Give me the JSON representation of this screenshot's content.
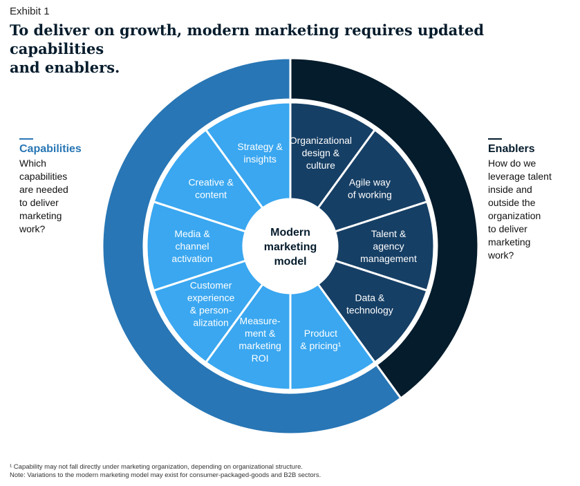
{
  "header": {
    "exhibit": "Exhibit 1",
    "title_line1": "To deliver on growth, modern marketing requires updated capabilities",
    "title_line2": "and enablers."
  },
  "capabilities": {
    "heading": "Capabilities",
    "body": [
      "Which",
      "capabilities",
      "are needed",
      "to deliver",
      "marketing",
      "work?"
    ]
  },
  "enablers": {
    "heading": "Enablers",
    "body": [
      "How do we",
      "leverage talent",
      "inside and",
      "outside the",
      "organization",
      "to deliver",
      "marketing",
      "work?"
    ]
  },
  "center": [
    "Modern",
    "marketing",
    "model"
  ],
  "segments": [
    {
      "lines": [
        "Organizational",
        "design &",
        "culture"
      ],
      "group": "enabler"
    },
    {
      "lines": [
        "Agile way",
        "of working"
      ],
      "group": "enabler"
    },
    {
      "lines": [
        "Talent &",
        "agency",
        "management"
      ],
      "group": "enabler"
    },
    {
      "lines": [
        "Data &",
        "technology"
      ],
      "group": "enabler"
    },
    {
      "lines": [
        "Product",
        "& pricing¹"
      ],
      "group": "capability"
    },
    {
      "lines": [
        "Measure-",
        "ment &",
        "marketing",
        "ROI"
      ],
      "group": "capability"
    },
    {
      "lines": [
        "Customer",
        "experience",
        "& person-",
        "alization"
      ],
      "group": "capability"
    },
    {
      "lines": [
        "Media &",
        "channel",
        "activation"
      ],
      "group": "capability"
    },
    {
      "lines": [
        "Creative &",
        "content"
      ],
      "group": "capability"
    },
    {
      "lines": [
        "Strategy &",
        "insights"
      ],
      "group": "capability"
    }
  ],
  "colors": {
    "outer_capabilities": "#2876b5",
    "outer_enablers": "#051c2c",
    "inner_capabilities": "#3aa7f0",
    "inner_enablers": "#163f65",
    "title": "#051c2c"
  },
  "footnotes": {
    "note1": "¹ Capability may not fall directly under marketing organization, depending on organizational structure.",
    "note2": "Note: Variations to the modern marketing model may exist for consumer-packaged-goods and B2B sectors."
  }
}
